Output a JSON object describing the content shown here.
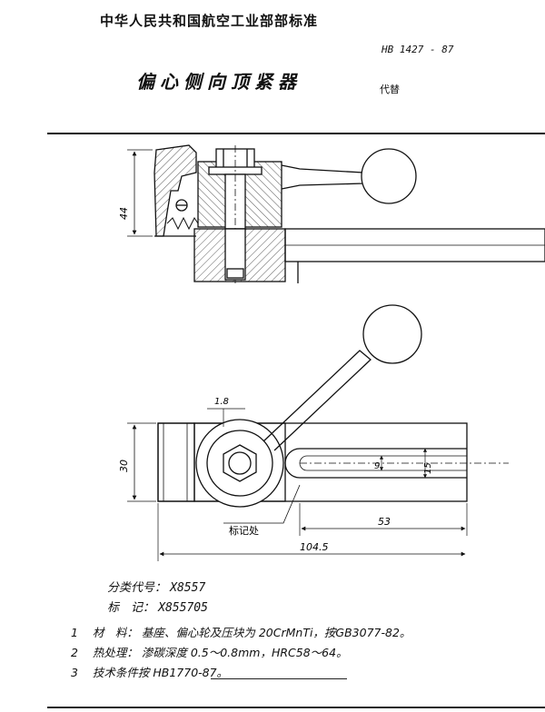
{
  "header": {
    "organization": "中华人民共和国航空工业部部标准",
    "standard_no": "HB 1427 - 87",
    "title": "偏心侧向顶紧器",
    "replaces": "代替"
  },
  "drawing": {
    "dim_44": "44",
    "dim_1_8": "1.8",
    "dim_30": "30",
    "dim_9": "9",
    "dim_15": "15",
    "dim_53": "53",
    "dim_104_5": "104.5",
    "mark_label": "标记处"
  },
  "info": {
    "class_code_label": "分类代号：",
    "class_code": "X8557",
    "marking_label": "标　记：",
    "marking": "X855705"
  },
  "notes": [
    {
      "num": "1",
      "label": "材　料：",
      "text": "基座、偏心轮及压块为 20CrMnTi，按GB3077-82。"
    },
    {
      "num": "2",
      "label": "热处理：",
      "text": "渗碳深度 0.5～0.8mm，HRC58～64。"
    },
    {
      "num": "3",
      "label": "技术条件按",
      "text": "HB1770-87。"
    }
  ]
}
